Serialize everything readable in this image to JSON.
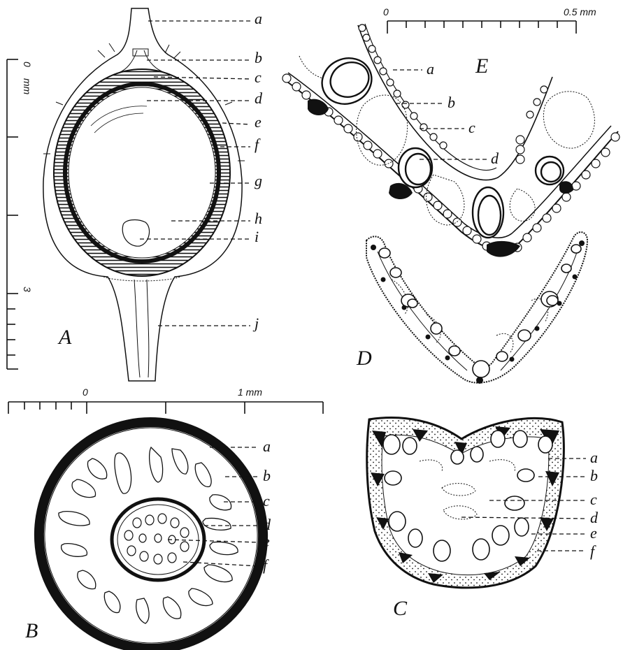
{
  "panels": {
    "A": {
      "letter": "A",
      "labels": [
        "a",
        "b",
        "c",
        "d",
        "e",
        "f",
        "g",
        "h",
        "i",
        "j"
      ],
      "scale": {
        "zero": "0",
        "unit": "mm",
        "mark": "3"
      }
    },
    "B": {
      "letter": "B",
      "labels": [
        "a",
        "b",
        "c",
        "d",
        "e",
        "f"
      ],
      "scale": {
        "zero": "0",
        "end": "1 mm"
      }
    },
    "C": {
      "letter": "C",
      "labels": [
        "a",
        "b",
        "c",
        "d",
        "e",
        "f"
      ]
    },
    "D": {
      "letter": "D"
    },
    "E": {
      "letter": "E",
      "labels": [
        "a",
        "b",
        "c",
        "d"
      ],
      "scale": {
        "zero": "0",
        "end": "0.5 mm"
      }
    }
  }
}
